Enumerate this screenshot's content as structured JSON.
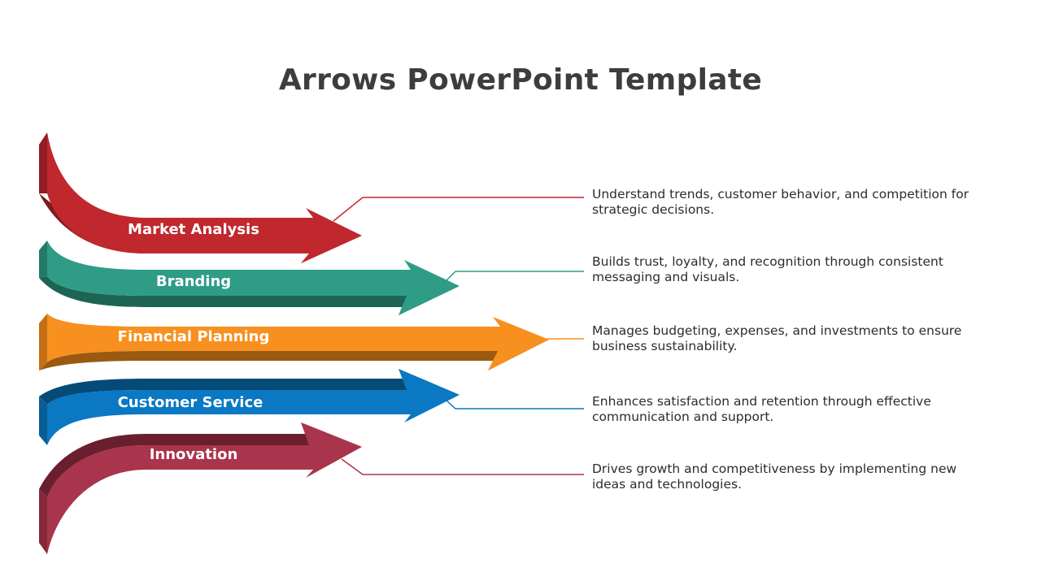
{
  "title": "Arrows PowerPoint Template",
  "items": [
    {
      "label": "Market Analysis",
      "description": "Understand trends, customer behavior, and competition for strategic decisions.",
      "color": "#c0282e",
      "shade": "#7c1a1e"
    },
    {
      "label": "Branding",
      "description": "Builds trust, loyalty, and recognition through consistent messaging and visuals.",
      "color": "#2f9c86",
      "shade": "#1d6455"
    },
    {
      "label": "Financial Planning",
      "description": "Manages budgeting, expenses, and investments to ensure business sustainability.",
      "color": "#f7901e",
      "shade": "#9a5a12"
    },
    {
      "label": "Customer Service",
      "description": "Enhances satisfaction and retention through effective communication and support.",
      "color": "#0a78c2",
      "shade": "#064a78"
    },
    {
      "label": "Innovation",
      "description": "Drives growth and competitiveness by implementing new ideas and technologies.",
      "color": "#a8354b",
      "shade": "#6a1f2e"
    }
  ]
}
